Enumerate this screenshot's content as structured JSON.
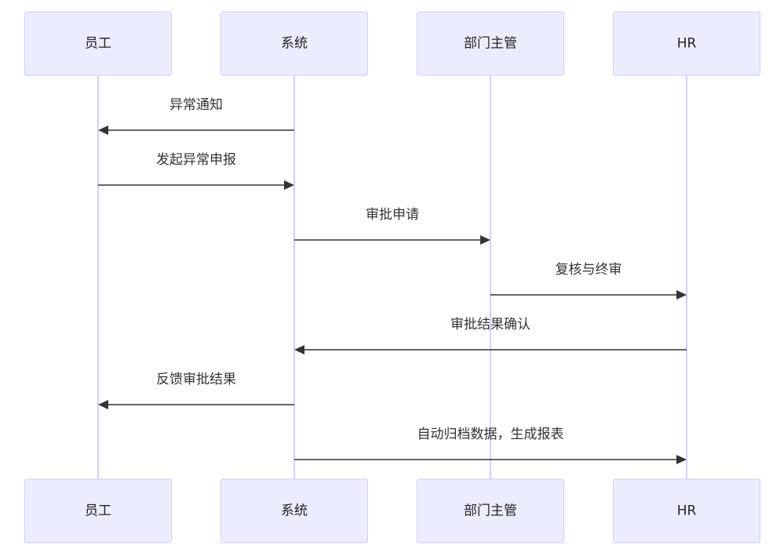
{
  "diagram": {
    "type": "sequence",
    "participants": [
      {
        "id": "employee",
        "label": "员工"
      },
      {
        "id": "system",
        "label": "系统"
      },
      {
        "id": "manager",
        "label": "部门主管"
      },
      {
        "id": "hr",
        "label": "HR"
      }
    ],
    "messages": [
      {
        "from": "system",
        "to": "employee",
        "label": "异常通知"
      },
      {
        "from": "employee",
        "to": "system",
        "label": "发起异常申报"
      },
      {
        "from": "system",
        "to": "manager",
        "label": "审批申请"
      },
      {
        "from": "manager",
        "to": "hr",
        "label": "复核与终审"
      },
      {
        "from": "hr",
        "to": "system",
        "label": "审批结果确认"
      },
      {
        "from": "system",
        "to": "employee",
        "label": "反馈审批结果"
      },
      {
        "from": "system",
        "to": "hr",
        "label": "自动归档数据，生成报表"
      }
    ]
  },
  "colors": {
    "actor_fill": "#ececff",
    "actor_border": "#ccccff",
    "lifeline": "#d5d0f2",
    "arrow": "#333333",
    "text": "#333333"
  }
}
